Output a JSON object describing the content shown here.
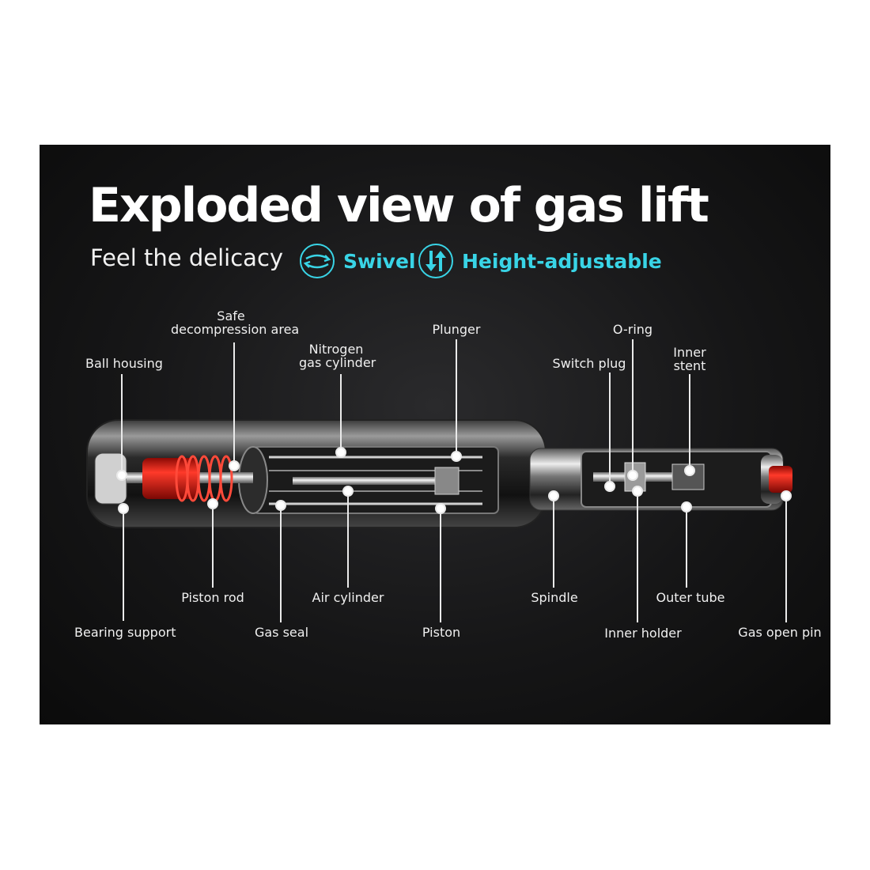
{
  "title": "Exploded view of gas lift",
  "subtitle": "Feel the delicacy",
  "features": {
    "swivel": {
      "label": "Swivel",
      "icon": "swivel-arrows-icon"
    },
    "height": {
      "label": "Height-adjustable",
      "icon": "up-down-arrows-icon"
    }
  },
  "colors": {
    "accent": "#39d4e6",
    "background": "#161617",
    "spring": "#e8231b",
    "pin": "#ff2a1a"
  },
  "labels": {
    "ball_housing": "Ball housing",
    "safe_decompression_line1": "Safe",
    "safe_decompression_line2": "decompression area",
    "nitrogen_line1": "Nitrogen",
    "nitrogen_line2": "gas cylinder",
    "plunger": "Plunger",
    "o_ring": "O-ring",
    "switch_plug": "Switch plug",
    "inner_stent_line1": "Inner",
    "inner_stent_line2": "stent",
    "piston_rod": "Piston rod",
    "air_cylinder": "Air cylinder",
    "spindle": "Spindle",
    "outer_tube": "Outer tube",
    "bearing_support": "Bearing support",
    "gas_seal": "Gas seal",
    "piston": "Piston",
    "inner_holder": "Inner holder",
    "gas_open_pin": "Gas open pin"
  }
}
